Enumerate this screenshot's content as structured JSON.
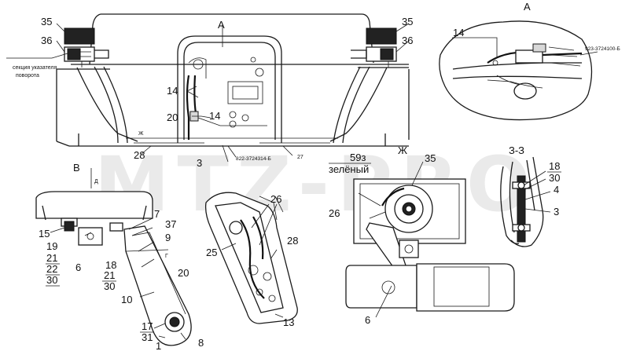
{
  "watermark": "MTZ-PRO",
  "views": {
    "main": {
      "labels": {
        "35_left": "35",
        "36_left": "36",
        "35_right": "35",
        "36_right": "36",
        "section_A": "A",
        "14_a": "14",
        "14_b": "14",
        "20": "20",
        "28": "28",
        "zh_mark": "Ж",
        "three_mark": "3",
        "27": "27",
        "code": "822-3724314-Б"
      },
      "note_line1": "секция указателя",
      "note_line2": "поворота"
    },
    "view_a": {
      "title": "А",
      "label_14": "14",
      "code": "923-3724100-Б"
    },
    "view_v": {
      "title": "В",
      "d_mark": "Д",
      "labels": {
        "15": "15",
        "19": "19",
        "21": "21",
        "22": "22",
        "30": "30",
        "6": "6",
        "7": "7",
        "37": "37",
        "9": "9",
        "g": "Г",
        "18": "18",
        "21b": "21",
        "30b": "30",
        "20": "20",
        "10": "10",
        "17": "17",
        "31": "31",
        "1": "1",
        "8": "8"
      }
    },
    "view_g": {
      "labels": {
        "26": "26",
        "25": "25",
        "28": "28",
        "13": "13"
      }
    },
    "view_zh": {
      "title": "Ж",
      "wire_code": "59з",
      "wire_color": "зелёный",
      "labels": {
        "35": "35",
        "26": "26",
        "6": "6"
      }
    },
    "view_33": {
      "title": "З-З",
      "labels": {
        "18": "18",
        "30": "30",
        "4": "4",
        "3": "3"
      }
    }
  }
}
